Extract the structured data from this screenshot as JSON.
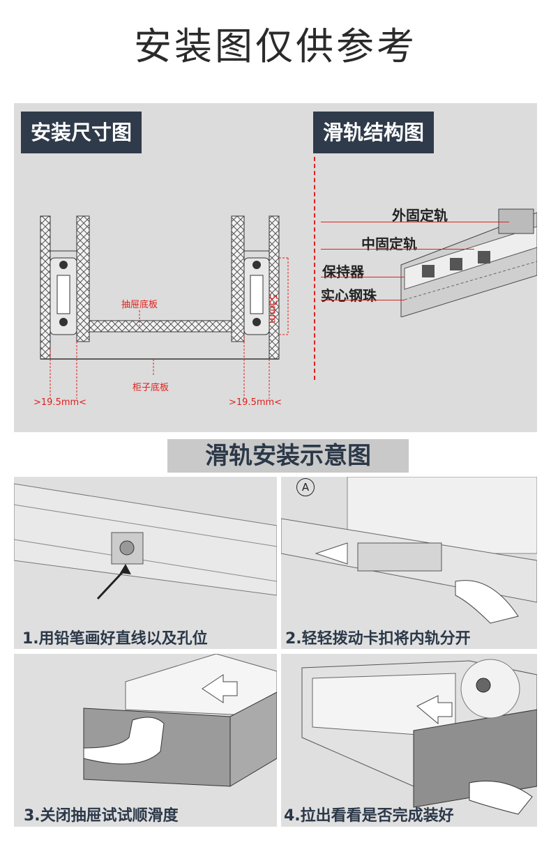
{
  "page_title": "安装图仅供参考",
  "dimension_diagram": {
    "label": "安装尺寸图",
    "drawer_bottom": "抽屉底板",
    "cabinet_bottom": "柜子底板",
    "gap_left": ">19.5mm<",
    "gap_right": ">19.5mm<",
    "height": "53mm"
  },
  "structure_diagram": {
    "label": "滑轨结构图",
    "parts": [
      "外固定轨",
      "中固定轨",
      "保持器",
      "实心钢珠"
    ]
  },
  "install_section": {
    "title": "滑轨安装示意图",
    "steps": [
      {
        "caption": "1.用铅笔画好直线以及孔位"
      },
      {
        "caption": "2.轻轻拨动卡扣将内轨分开",
        "marker": "A"
      },
      {
        "caption": "3.关闭抽屉试试顺滑度"
      },
      {
        "caption": "4.拉出看看是否完成装好"
      }
    ]
  }
}
